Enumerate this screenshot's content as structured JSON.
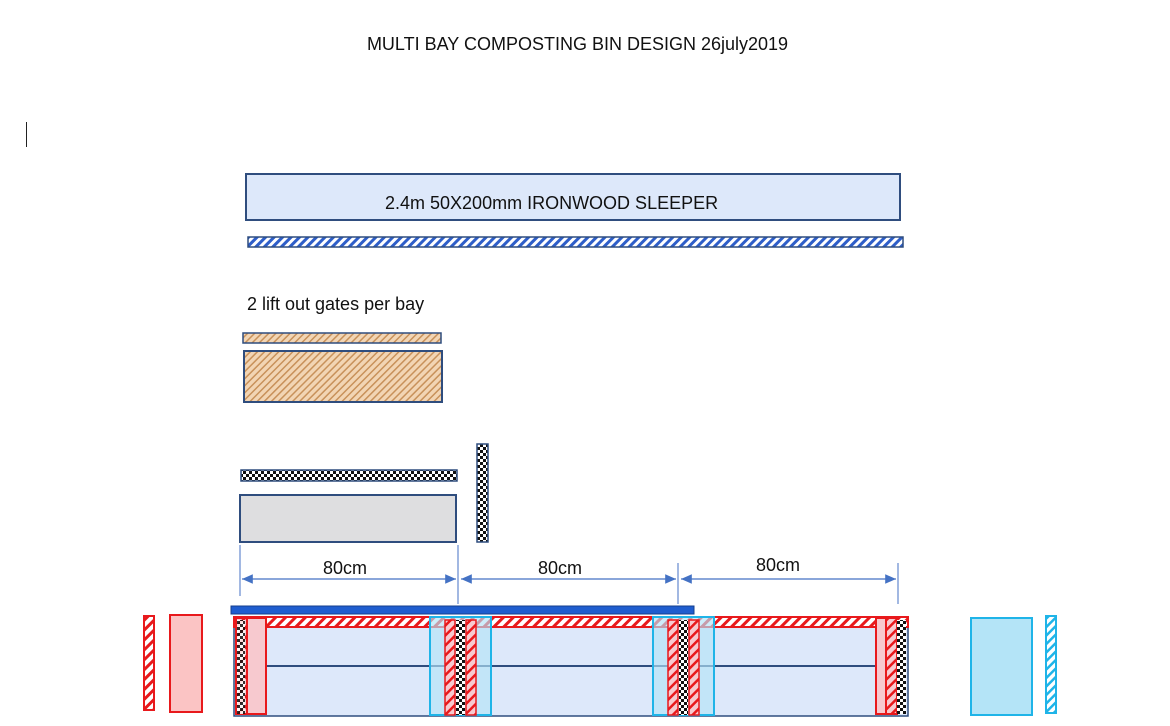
{
  "title": "MULTI BAY COMPOSTING BIN DESIGN 26july2019",
  "sleeper_label": "2.4m 50X200mm IRONWOOD SLEEPER",
  "gates_label": "2 lift out gates per bay",
  "dimensions": [
    "80cm",
    "80cm",
    "80cm"
  ],
  "colors": {
    "sleeper_fill": "#dde8fa",
    "sleeper_border": "#2f4d7e",
    "hatch_blue": "#2e5ec9",
    "gate_fill": "#f2d5b4",
    "gate_hatch": "#c8915a",
    "grey_panel": "#dedee0",
    "red": "#e8191c",
    "pink_fill": "#fbc4c4",
    "cyan": "#1fb4e8",
    "cyan_fill": "#b4e4f7",
    "bin_fill": "#dde8fa",
    "dim_arrow": "#4472c4",
    "dark_blue_bar": "#1f5dcf"
  }
}
